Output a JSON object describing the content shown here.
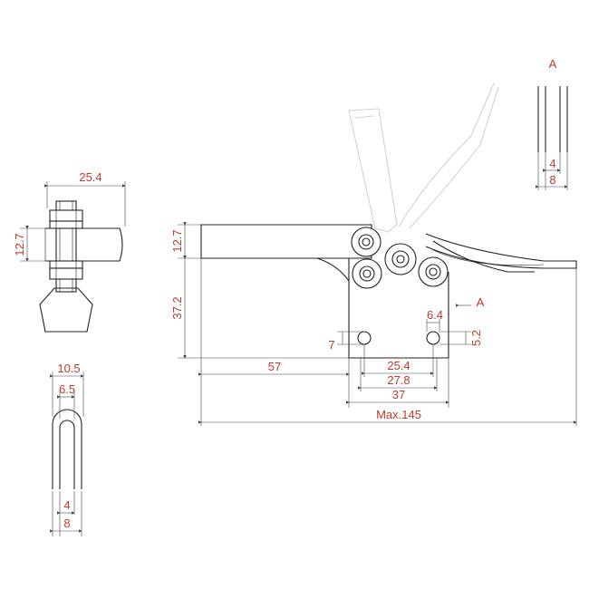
{
  "dimensions": {
    "top_width": "25.4",
    "left_height": "12.7",
    "main_arm_height": "12.7",
    "main_base_height": "37.2",
    "hole_offset": "7",
    "arm_length": "57",
    "hole_spacing": "25.4",
    "base_width_inner": "27.8",
    "base_width": "37",
    "overall_length": "Max.145",
    "slot_hole": "6.4",
    "slot_height": "5.2",
    "section_label": "A",
    "section_label_arrow": "A",
    "section_w_inner": "4",
    "section_w_outer": "8",
    "fork_outer": "10.5",
    "fork_inner": "6.5",
    "fork_w_inner": "4",
    "fork_w_outer": "8"
  },
  "colors": {
    "dimension_text": "#c0392b",
    "lines": "#222222",
    "ghost_handle": "#cfcfcf"
  }
}
